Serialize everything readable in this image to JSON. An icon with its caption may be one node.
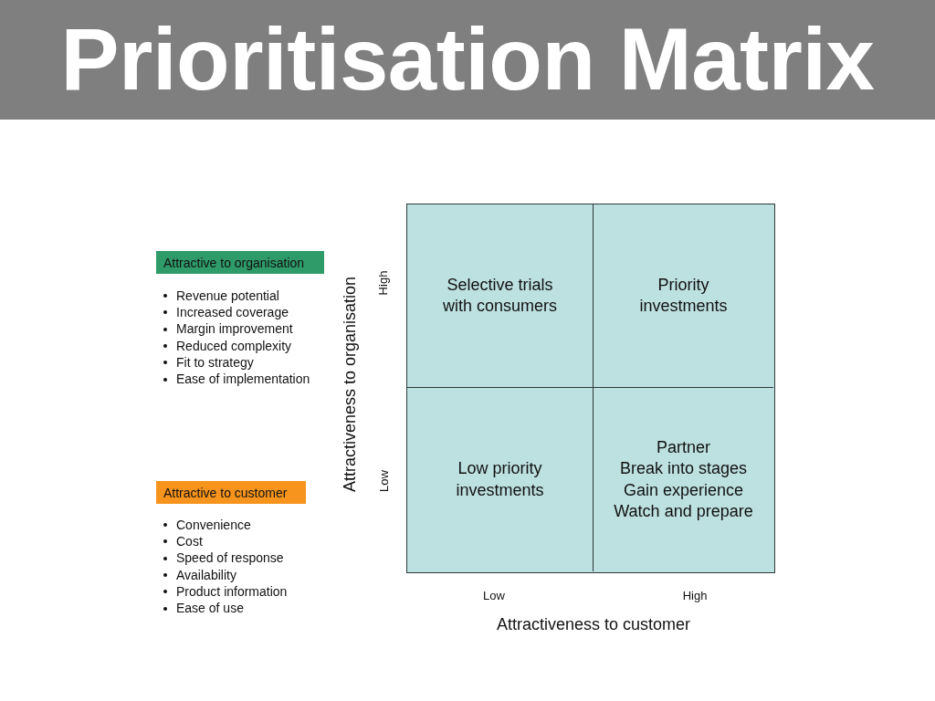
{
  "diagram": {
    "title": "Prioritisation Matrix",
    "nodes": [
      {
        "text": [
          "Attractive to organisation"
        ],
        "beside": [
          "Revenue potential",
          "Increased coverage",
          "Margin improvement",
          "Reduced complexity",
          "Fit to strategy",
          "Ease of implementation"
        ]
      },
      {
        "text": [
          "Attractive to customer"
        ],
        "beside": [
          "Convenience",
          "Cost",
          "Speed of response",
          "Availability",
          "Product information",
          "Ease of use"
        ]
      },
      {
        "text": [
          "Selective trials with consumers"
        ]
      },
      {
        "text": [
          "Priority investments"
        ]
      },
      {
        "text": [
          "Low priority investments"
        ]
      },
      {
        "text": [
          "Partner",
          "Break into stages",
          "Gain experience",
          "Watch and prepare"
        ]
      }
    ],
    "labels": [
      "Attractiveness to organisation",
      "High",
      "Low",
      "Low",
      "High",
      "Attractiveness to customer"
    ]
  }
}
